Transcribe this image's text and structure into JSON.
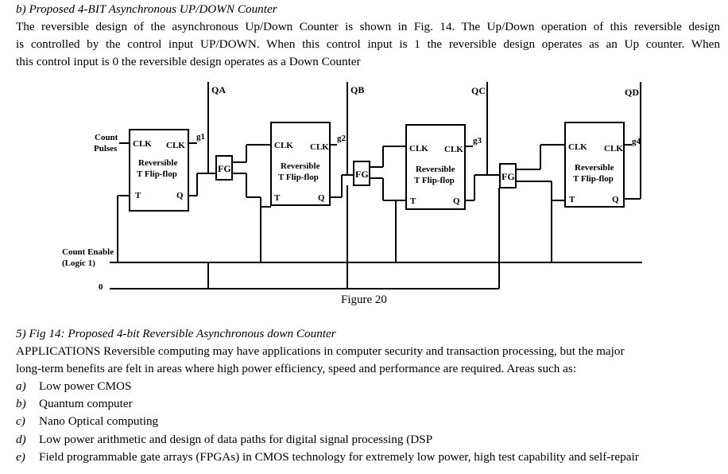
{
  "section_b": {
    "heading": "b)   Proposed 4-BIT Asynchronous UP/DOWN Counter",
    "para_lines": [
      "The reversible design of the asynchronous Up/Down Counter is shown in Fig. 14. The Up/Down operation of this reversible design",
      "is controlled by the control input UP/DOWN. When this control input is 1 the reversible design operates as an Up counter. When",
      "this control input is 0 the reversible design operates as  a Down Counter"
    ]
  },
  "diagram": {
    "input_labels": {
      "count": "Count",
      "pulses": "Pulses",
      "count_enable": "Count Enable",
      "logic1": "(Logic 1)",
      "zero": "0"
    },
    "flipflops": [
      {
        "clk_in": "CLK",
        "clk_out": "CLK",
        "line1": "Reversible",
        "line2": "T Flip-flop",
        "t": "T",
        "q": "Q",
        "g": "g1"
      },
      {
        "clk_in": "CLK",
        "clk_out": "CLK",
        "line1": "Reversible",
        "line2": "T Flip-flop",
        "t": "T",
        "q": "Q",
        "g": "g2"
      },
      {
        "clk_in": "CLK",
        "clk_out": "CLK",
        "line1": "Reversible",
        "line2": "T Flip-flop",
        "t": "T",
        "q": "Q",
        "g": "g3"
      },
      {
        "clk_in": "CLK",
        "clk_out": "CLK",
        "line1": "Reversible",
        "line2": "T Flip-flop",
        "t": "T",
        "q": "Q",
        "g": "g4"
      }
    ],
    "fg_label": "FG",
    "outputs": [
      "QA",
      "QB",
      "QC",
      "QD"
    ],
    "figure_caption": "Figure 20"
  },
  "section_5": {
    "caption": "5)   Fig 14: Proposed 4-bit Reversible Asynchronous down Counter",
    "para_lines": [
      "APPLICATIONS Reversible computing may have applications in computer security and transaction processing, but the major",
      "long-term benefits are felt in areas where high power efficiency, speed and performance are required. Areas such as:"
    ],
    "items": [
      {
        "marker": "a)",
        "text": "Low power CMOS"
      },
      {
        "marker": "b)",
        "text": "Quantum computer"
      },
      {
        "marker": "c)",
        "text": "Nano Optical computing"
      },
      {
        "marker": "d)",
        "text": "Low power arithmetic and design of data paths for digital signal processing (DSP"
      },
      {
        "marker": "e)",
        "text": "Field programmable gate arrays (FPGAs) in CMOS technology for extremely low power, high test capability and  self-repair"
      }
    ]
  }
}
